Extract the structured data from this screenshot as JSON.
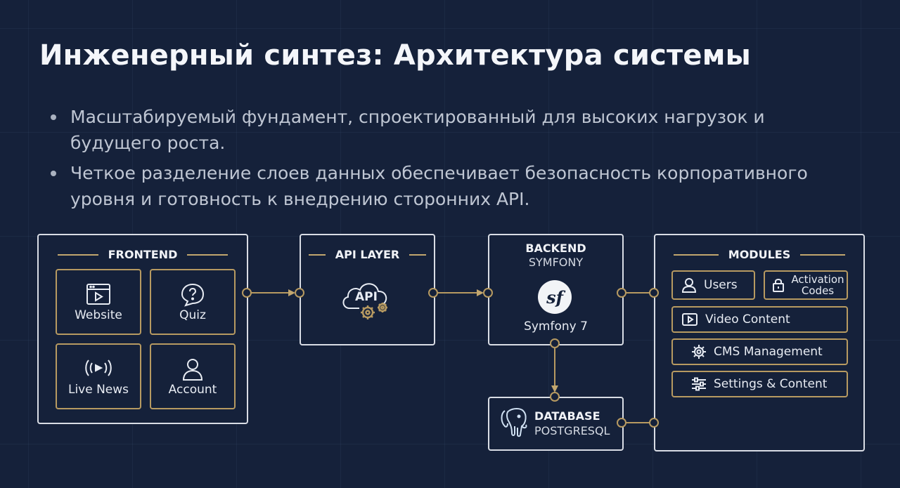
{
  "title": "Инженерный синтез: Архитектура системы",
  "bullets": [
    "Масштабируемый фундамент, спроектированный для высоких нагрузок и будущего роста.",
    "Четкое разделение слоев данных обеспечивает безопасность корпоративного уровня и готовность к внедрению сторонних API."
  ],
  "frontend": {
    "header": "FRONTEND",
    "tiles": [
      {
        "label": "Website",
        "icon": "browser-icon"
      },
      {
        "label": "Quiz",
        "icon": "question-bubble-icon"
      },
      {
        "label": "Live News",
        "icon": "broadcast-icon"
      },
      {
        "label": "Account",
        "icon": "user-icon"
      }
    ]
  },
  "api": {
    "header": "API LAYER",
    "cloud_text": "API",
    "icon": "cloud-gears-icon"
  },
  "backend": {
    "header": "BACKEND",
    "subheader": "SYMFONY",
    "logo_text": "sf",
    "label": "Symfony 7"
  },
  "database": {
    "header": "DATABASE",
    "subheader": "POSTGRESQL",
    "icon": "postgresql-elephant-icon"
  },
  "modules": {
    "header": "MODULES",
    "users": "Users",
    "activation": "Activation Codes",
    "video": "Video Content",
    "cms": "CMS Management",
    "settings": "Settings & Content"
  },
  "colors": {
    "background": "#15213a",
    "accent": "#b79a61",
    "border": "#d9dde5",
    "text": "#e8edf5"
  }
}
